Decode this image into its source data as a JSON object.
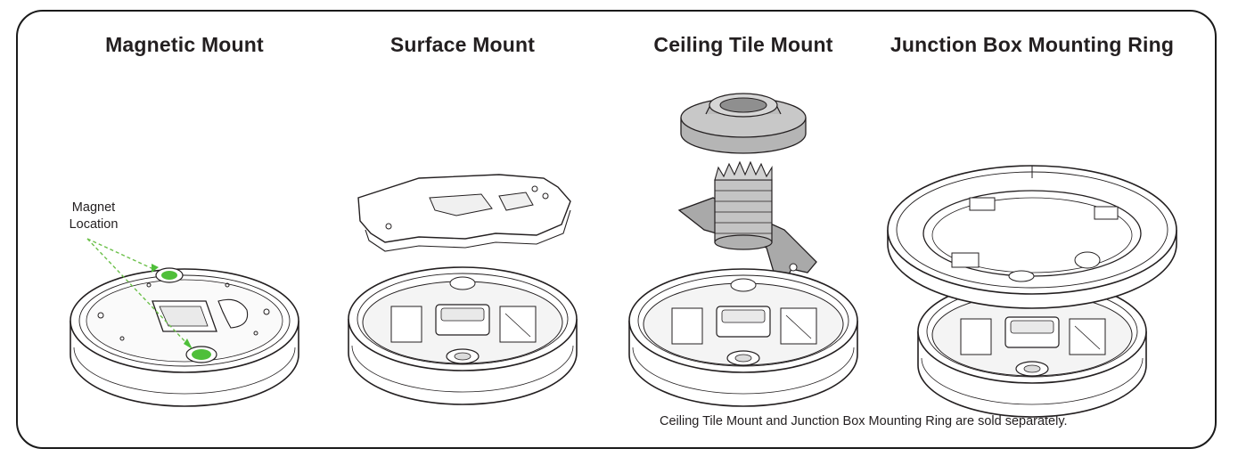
{
  "titles": {
    "magnetic": "Magnetic Mount",
    "surface": "Surface Mount",
    "ceiling": "Ceiling Tile Mount",
    "junction": "Junction Box Mounting Ring"
  },
  "callout": {
    "line1": "Magnet",
    "line2": "Location"
  },
  "footnote": "Ceiling Tile Mount and Junction Box Mounting Ring are sold separately.",
  "colors": {
    "outline": "#231f20",
    "magnet_green": "#4fbf3a",
    "leader_green": "#6cc04a",
    "part_gray": "#bdbdbd",
    "dark_gray": "#9a9a9a"
  }
}
